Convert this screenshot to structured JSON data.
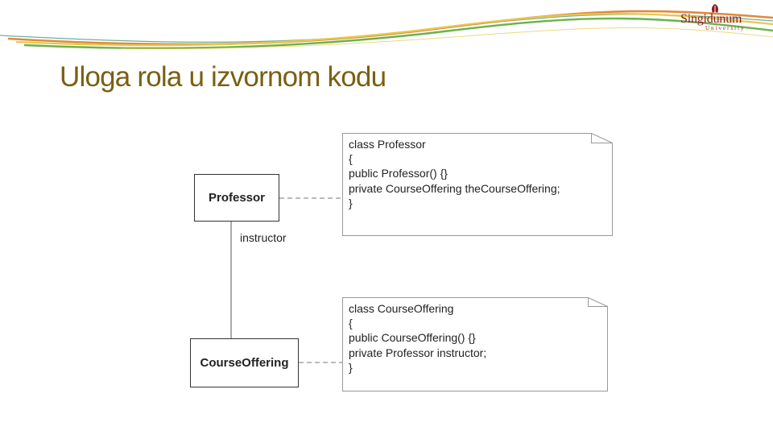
{
  "slide": {
    "title": "Uloga rola u izvornom kodu"
  },
  "logo": {
    "name": "Singidunum",
    "subtitle": "University"
  },
  "colors": {
    "title": "#7a5f12",
    "swoosh_orange": "#e08a3a",
    "swoosh_yellow": "#e8c84a",
    "swoosh_green": "#6bb24a",
    "swoosh_teal": "#4a9a8a",
    "logo": "#8b1d1d"
  },
  "diagram": {
    "classes": [
      {
        "name": "Professor"
      },
      {
        "name": "CourseOffering"
      }
    ],
    "association": {
      "role": "instructor"
    },
    "notes": [
      {
        "lines": [
          "class Professor",
          "{",
          "public Professor() {}",
          "private CourseOffering theCourseOffering;",
          "}"
        ]
      },
      {
        "lines": [
          "class CourseOffering",
          "{",
          "public CourseOffering() {}",
          "private Professor instructor;",
          "}"
        ]
      }
    ]
  }
}
